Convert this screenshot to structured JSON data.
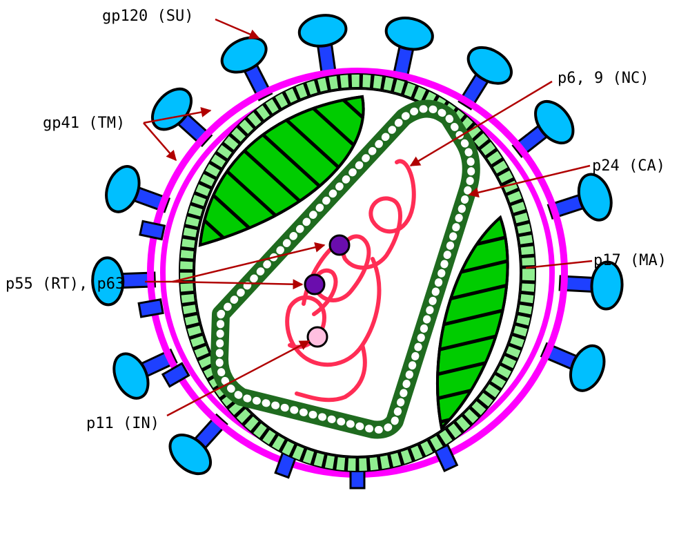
{
  "labels": {
    "gp120": "gp120 (SU)",
    "gp41": "gp41 (TM)",
    "p6_9": "p6, 9 (NC)",
    "p24": "p24 (CA)",
    "p17": "p17 (MA)",
    "p55": "p55 (RT), p63",
    "p11": "p11 (IN)"
  },
  "colors": {
    "envelope": "#ff00ff",
    "spike_head": "#00bfff",
    "spike_stem": "#1e40ff",
    "matrix": "#90ee90",
    "core_outline": "#1f6b1f",
    "lateral_body": "#00cc00",
    "rna": "#ff2d55",
    "arrow": "#b00000",
    "enzyme": "#6a0dad",
    "integrase": "#ffc0e0"
  }
}
